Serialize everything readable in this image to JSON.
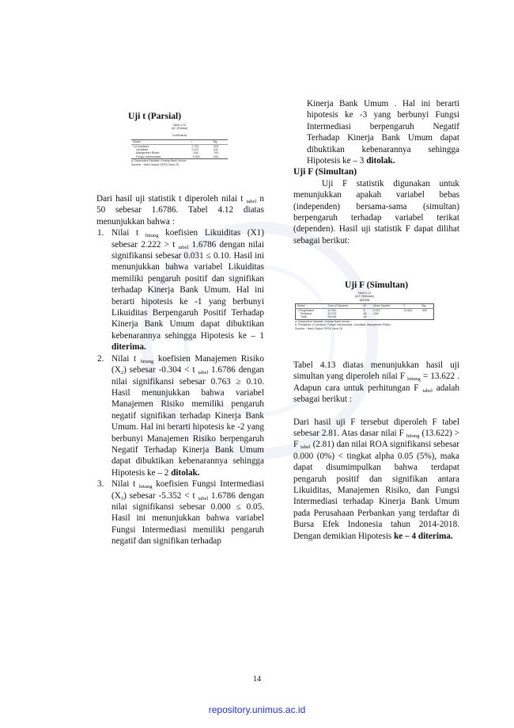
{
  "left": {
    "heading_t": "Uji t (Parsial)",
    "table_t": {
      "caption1": "Tabel 4.12",
      "caption2": "Uji t (Parsial)",
      "coef_title": "Coefficients",
      "col_model": "Model",
      "col_t": "t",
      "col_sig": "Sig.",
      "rows": [
        {
          "model": "1   (Constant)",
          "t": "2.703",
          "sig": ".009"
        },
        {
          "model": "Likuiditas",
          "t": "2.222",
          "sig": ".031"
        },
        {
          "model": "Manajemen Risiko",
          "t": "-.304",
          "sig": ".763"
        },
        {
          "model": "Fungsi Intermediasi",
          "t": "-5.352",
          "sig": ".000"
        }
      ],
      "note1": "a. Dependent Variable: Kinerja Bank Umum",
      "note2": "Sumber : Hasil Output SPSS Versi 25"
    },
    "intro_1": "Dari hasil uji statistik t diperoleh nilai t",
    "intro_sub": "tabel",
    "intro_2": " n 50 sebesar 1.6786. Tabel 4.12 diatas menunjukkan bahwa :",
    "item1": {
      "num": "1.",
      "a": "Nilai t ",
      "sub1": "hitung",
      "b": " koefisien Likuiditas (X1) sebesar 2.222 > t ",
      "sub2": "tabel",
      "c": " 1.6786 dengan nilai signifikansi sebesar 0.031 ≤ 0.10. Hasil ini menunjukkan bahwa variabel Likuiditas memiliki pengaruh positif dan signifikan terhadap Kinerja Bank Umum. Hal ini berarti hipotesis ke -1 yang berbunyi Likuiditas Berpengaruh Positif Terhadap Kinerja Bank Umum dapat dibuktikan kebenarannya sehingga Hipotesis ke – 1 ",
      "bold": "diterima."
    },
    "item2": {
      "num": "2.",
      "a": "Nilai t ",
      "sub1": "hitung",
      "b": " koefisien Manajemen Risiko (X",
      "sub_x": "2",
      "c": ") sebesar -0.304 < t ",
      "sub2": "tabel",
      "d": " 1.6786 dengan nilai signifikansi sebesar 0.763 ≥ 0.10. Hasil menunjukkan bahwa variabel Manajemen Risiko memiliki pengaruh negatif signifikan terhadap Kinerja Bank Umum. Hal ini berarti hipotesis ke -2 yang berbunyi Manajemen Risiko berpengaruh Negatif Terhadap Kinerja Bank Umum dapat dibuktikan kebenarannya sehingga Hipotesis ke – 2 ",
      "bold": "ditolak."
    },
    "item3": {
      "num": "3.",
      "a": "Nilai t ",
      "sub1": "hitung",
      "b": " koefisien Fungsi Intermediasi (X",
      "sub_x": "3",
      "c": ") sebesar -5.352 < t ",
      "sub2": "tabel",
      "d": " 1.6786 dengan nilai signifikansi sebesar 0.000 ≤ 0.05. Hasil ini menunjukkan bahwa variabel Fungsi Intermediasi memiliki pengaruh negatif dan signifikan terhadap"
    }
  },
  "right": {
    "cont": "Kinerja Bank Umum . Hal ini berarti hipotesis ke -3 yang berbunyi Fungsi Intermediasi berpengaruh Negatif Terhadap Kinerja Bank Umum dapat dibuktikan kebenarannya sehingga Hipotesis ke – 3 ",
    "cont_bold": "ditolak.",
    "heading_f": "Uji F (Simultan)",
    "f_intro": "Uji F statistik digunakan untuk menunjukkan apakah variabel bebas (independen) bersama-sama (simultan) berpengaruh terhadap variabel terikat (dependen). Hasil uji statistik F dapat dilihat sebagai berikut:",
    "table_f_title": "Uji F (Simultan)",
    "table_f": {
      "caption1": "Tabel 4.13",
      "caption2": "Uji F (Simultan)",
      "anova": "ANOVA",
      "h_model": "Model",
      "h_ss": "Sum of Squares",
      "h_df": "df",
      "h_ms": "Mean Square",
      "h_f": "F",
      "h_sig": "Sig.",
      "rows": [
        {
          "model": "1  Regression",
          "ss": "12.061",
          "df": "3",
          "ms": "4.020",
          "f": "13.622",
          "sig": ".000"
        },
        {
          "model": "Residual",
          "ss": "13.575",
          "df": "46",
          "ms": ".295",
          "f": "",
          "sig": ""
        },
        {
          "model": "Total",
          "ss": "25.636",
          "df": "49",
          "ms": "",
          "f": "",
          "sig": ""
        }
      ],
      "note1": "a. Dependent Variable: Kinerja Bank Umum",
      "note2": "b. Predictors: (Constant), Fungsi Intermediasi, Likuiditas, Manajemen Risiko",
      "note3": "Sumber : Hasil Output SPSS Versi 25"
    },
    "after1_a": "Tabel 4.13 diatas menunjukkan hasil uji simultan yang diperoleh nilai F ",
    "after1_sub1": "hitung",
    "after1_b": " = 13.622 . Adapun cara untuk perhitungan F ",
    "after1_sub2": "tabel",
    "after1_c": " adalah sebagai berikut :",
    "after2_a": "Dari hasil uji F tersebut diperoleh F tabel sebesar 2.81. Atas dasar nilai F ",
    "after2_sub1": "hitung",
    "after2_b": " (13.622) > F ",
    "after2_sub2": "tabel",
    "after2_c": " (2.81) dan nilai ROA signifikansi sebesar 0.000 (0%) < tingkat alpha 0.05 (5%), maka dapat disumimpulkan bahwa terdapat pengaruh positif dan signifikan antara Likuiditas, Manajemen Risiko, dan Fungsi Intermediasi terhadap Kinerja Bank Umum pada Perusahaan Perbankan yang terdaftar di Bursa Efek Indonesia tahun 2014-2018. Dengan demikian Hipotesis ",
    "after2_bold": "ke – 4 diterima."
  },
  "page_number": "14",
  "footer": "repository.unimus.ac.id"
}
